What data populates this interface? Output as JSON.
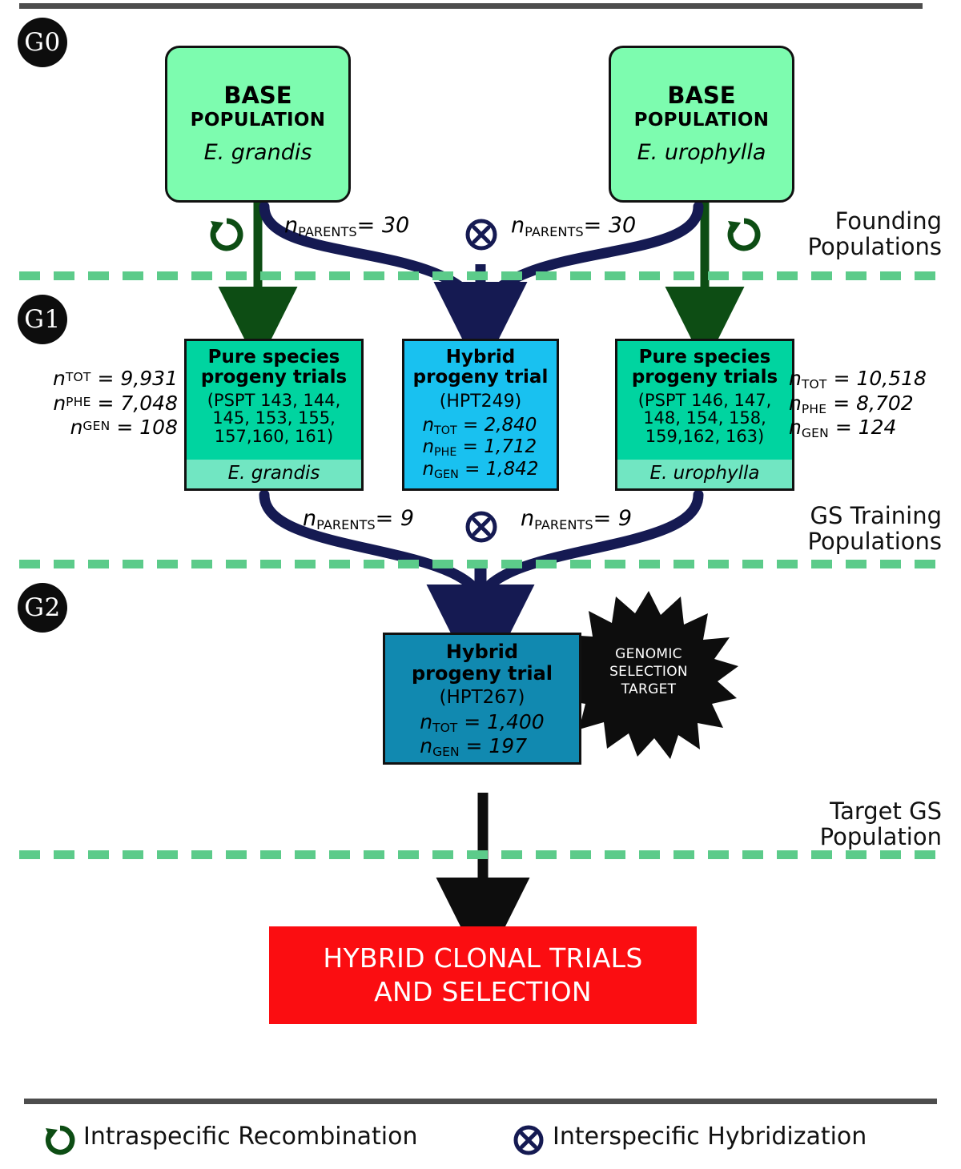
{
  "generations": [
    {
      "id": "g0",
      "label": "G0"
    },
    {
      "id": "g1",
      "label": "G1"
    },
    {
      "id": "g2",
      "label": "G2"
    }
  ],
  "base_populations": [
    {
      "title": "BASE",
      "subtitle": "POPULATION",
      "species": "E. grandis"
    },
    {
      "title": "BASE",
      "subtitle": "POPULATION",
      "species": "E. urophylla"
    }
  ],
  "crosses": {
    "g0": {
      "left_label": "n",
      "left_sub": "PARENTS",
      "left_value": "= 30",
      "right_label": "n",
      "right_sub": "PARENTS",
      "right_value": "= 30",
      "symbol": "hybridization-icon"
    },
    "g1": {
      "left_label": "n",
      "left_sub": "PARENTS",
      "left_value": "= 9",
      "right_label": "n",
      "right_sub": "PARENTS",
      "right_value": "= 9",
      "symbol": "hybridization-icon"
    }
  },
  "g1_left": {
    "head_line1": "Pure species",
    "head_line2": "progeny trials",
    "codes": "(PSPT 143, 144, 145, 153, 155, 157,160, 161)",
    "species": "E. grandis",
    "stats": [
      {
        "name": "n",
        "sub": "TOT",
        "value": "= 9,931"
      },
      {
        "name": "n",
        "sub": "PHE",
        "value": "= 7,048"
      },
      {
        "name": "n",
        "sub": "GEN",
        "value": "= 108"
      }
    ]
  },
  "g1_center": {
    "head_line1": "Hybrid",
    "head_line2": "progeny trial",
    "code": "(HPT249)",
    "stats": [
      {
        "name": "n",
        "sub": "TOT",
        "value": "= 2,840"
      },
      {
        "name": "n",
        "sub": "PHE",
        "value": "= 1,712"
      },
      {
        "name": "n",
        "sub": "GEN",
        "value": "= 1,842"
      }
    ]
  },
  "g1_right": {
    "head_line1": "Pure species",
    "head_line2": "progeny trials",
    "codes": "(PSPT 146, 147, 148, 154, 158, 159,162, 163)",
    "species": "E. urophylla",
    "stats": [
      {
        "name": "n",
        "sub": "TOT",
        "value": "= 10,518"
      },
      {
        "name": "n",
        "sub": "PHE",
        "value": "= 8,702"
      },
      {
        "name": "n",
        "sub": "GEN",
        "value": "= 124"
      }
    ]
  },
  "g2_box": {
    "head_line1": "Hybrid",
    "head_line2": "progeny trial",
    "code": "(HPT267)",
    "stats": [
      {
        "name": "n",
        "sub": "TOT",
        "value": "= 1,400"
      },
      {
        "name": "n",
        "sub": "GEN",
        "value": "= 197"
      }
    ]
  },
  "starburst": {
    "line1": "GENOMIC",
    "line2": "SELECTION",
    "line3": "TARGET"
  },
  "final_box": {
    "line1": "HYBRID CLONAL TRIALS",
    "line2": "AND SELECTION"
  },
  "stage_labels": [
    {
      "line1": "Founding",
      "line2": "Populations"
    },
    {
      "line1": "GS Training",
      "line2": "Populations"
    },
    {
      "line1": "Target GS",
      "line2": "Population"
    }
  ],
  "legend": [
    {
      "icon": "recombination-icon",
      "label": "Intraspecific Recombination"
    },
    {
      "icon": "hybridization-icon",
      "label": "Interspecific Hybridization"
    }
  ],
  "colors": {
    "base_green": "#7dfcaf",
    "pure_teal": "#00d4a0",
    "species_band": "#71e6c2",
    "hybrid_cyan": "#19c1f0",
    "g2_blue": "#1189b0",
    "final_red": "#fb0d11",
    "navy": "#151a52",
    "dark_green": "#0d4d14",
    "dash_green": "#5ccb8a",
    "black": "#0d0d0d"
  }
}
